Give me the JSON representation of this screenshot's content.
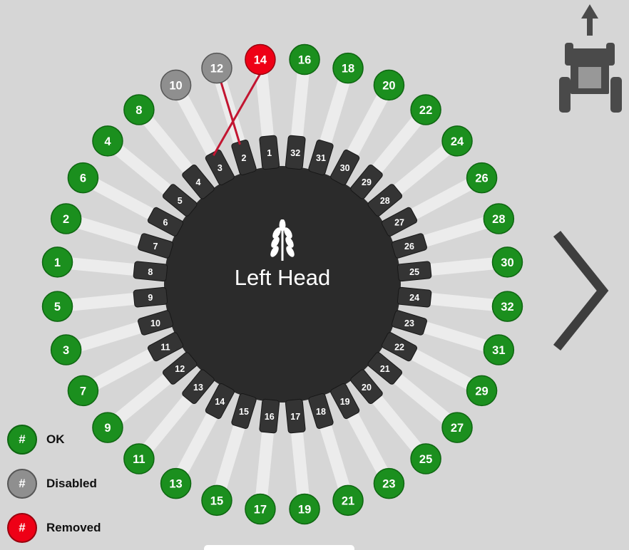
{
  "background": "#d6d6d6",
  "hub": {
    "title": "Left Head",
    "icon": "wheat-icon",
    "color": "#2b2b2b",
    "tooth_color": "#343434",
    "text_color": "#ffffff"
  },
  "statuses": {
    "ok": {
      "label": "OK",
      "fill": "#1b8f1e",
      "stroke": "#0e6511"
    },
    "disabled": {
      "label": "Disabled",
      "fill": "#8f8f8f",
      "stroke": "#565656"
    },
    "removed": {
      "label": "Removed",
      "fill": "#ee0016",
      "stroke": "#99000e"
    }
  },
  "legend": {
    "symbol": "#",
    "items": [
      {
        "status": "ok"
      },
      {
        "status": "disabled"
      },
      {
        "status": "removed"
      }
    ]
  },
  "outer_runs_clockwise_from_top": [
    {
      "num": 16,
      "status": "ok"
    },
    {
      "num": 18,
      "status": "ok"
    },
    {
      "num": 20,
      "status": "ok"
    },
    {
      "num": 22,
      "status": "ok"
    },
    {
      "num": 24,
      "status": "ok"
    },
    {
      "num": 26,
      "status": "ok"
    },
    {
      "num": 28,
      "status": "ok"
    },
    {
      "num": 30,
      "status": "ok"
    },
    {
      "num": 32,
      "status": "ok"
    },
    {
      "num": 31,
      "status": "ok"
    },
    {
      "num": 29,
      "status": "ok"
    },
    {
      "num": 27,
      "status": "ok"
    },
    {
      "num": 25,
      "status": "ok"
    },
    {
      "num": 23,
      "status": "ok"
    },
    {
      "num": 21,
      "status": "ok"
    },
    {
      "num": 19,
      "status": "ok"
    },
    {
      "num": 17,
      "status": "ok"
    },
    {
      "num": 15,
      "status": "ok"
    },
    {
      "num": 13,
      "status": "ok"
    },
    {
      "num": 11,
      "status": "ok"
    },
    {
      "num": 9,
      "status": "ok"
    },
    {
      "num": 7,
      "status": "ok"
    },
    {
      "num": 3,
      "status": "ok"
    },
    {
      "num": 5,
      "status": "ok"
    },
    {
      "num": 1,
      "status": "ok"
    },
    {
      "num": 2,
      "status": "ok"
    },
    {
      "num": 6,
      "status": "ok"
    },
    {
      "num": 4,
      "status": "ok"
    },
    {
      "num": 8,
      "status": "ok"
    },
    {
      "num": 10,
      "status": "disabled"
    },
    {
      "num": 12,
      "status": "disabled"
    },
    {
      "num": 14,
      "status": "removed"
    }
  ],
  "inner_ports_counterclockwise_from_top": [
    1,
    2,
    3,
    4,
    5,
    6,
    7,
    8,
    9,
    10,
    11,
    12,
    13,
    14,
    15,
    16,
    17,
    18,
    19,
    20,
    21,
    22,
    23,
    24,
    25,
    26,
    27,
    28,
    29,
    30,
    31,
    32
  ],
  "hose_alert": {
    "color": "#c21531",
    "lines": [
      {
        "from_run": 12,
        "to_port": 2
      },
      {
        "from_run": 14,
        "to_port": 3
      }
    ]
  },
  "icons": {
    "next": "chevron-right-icon",
    "vehicle": "tractor-icon",
    "direction": "up-arrow-icon"
  }
}
